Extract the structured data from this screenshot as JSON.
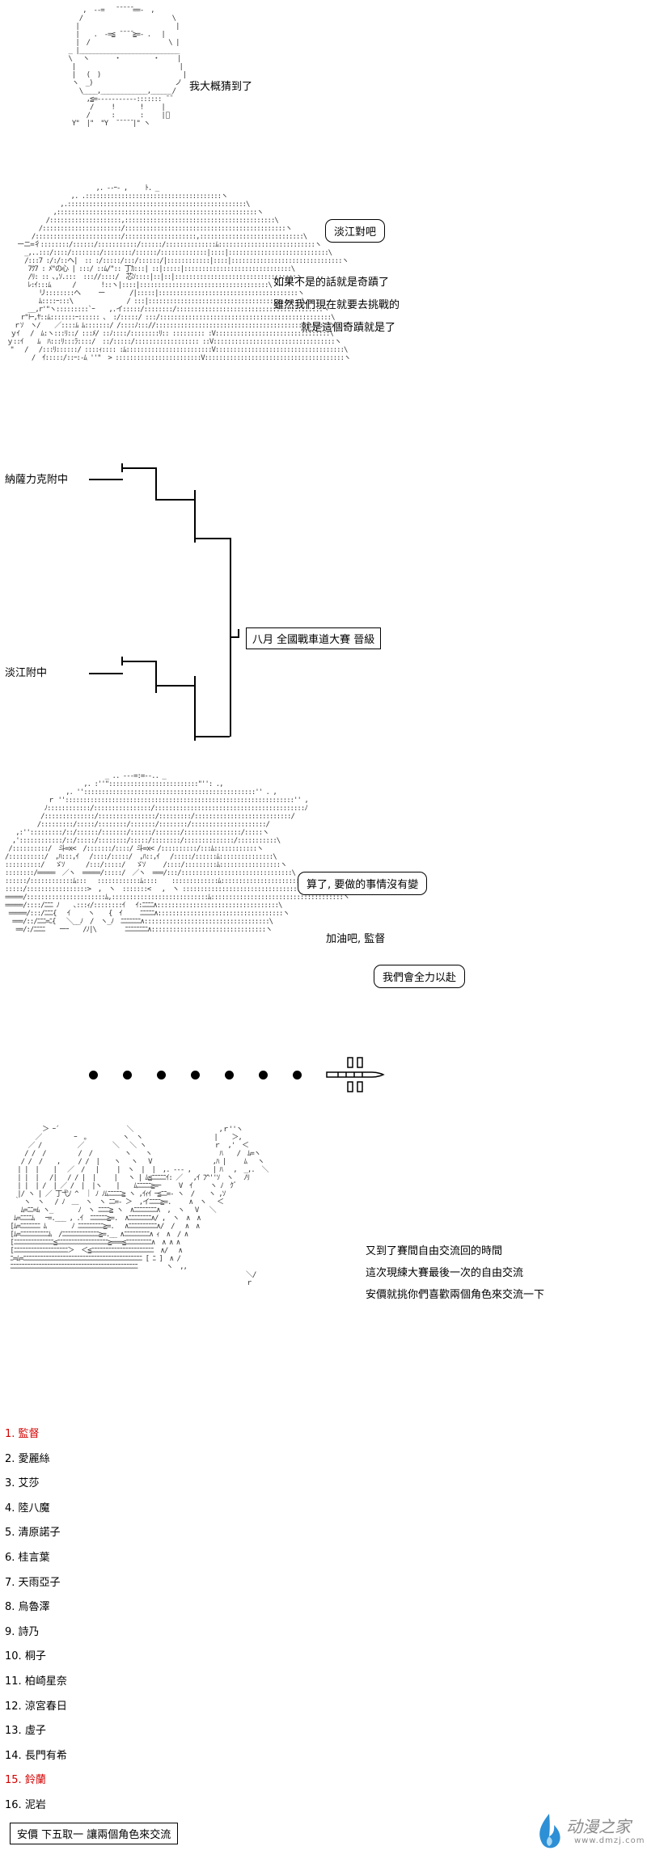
{
  "panel1": {
    "speech": "我大概猜到了"
  },
  "panel2": {
    "bubble": "淡江對吧",
    "lines": [
      "如果不是的話就是奇蹟了",
      "雖然我們現在就要去挑戰的",
      "就是這個奇蹟就是了"
    ]
  },
  "bracket": {
    "team_top": "納薩力克附中",
    "team_bottom": "淡江附中",
    "final": "八月 全國戰車道大賽 晉級"
  },
  "panel3": {
    "bubble1": "算了, 要做的事情沒有變",
    "line": "加油吧, 監督",
    "bubble2": "我們會全力以赴"
  },
  "panel4": {
    "lines": [
      "又到了賽間自由交流回的時間",
      "這次現練大賽最後一次的自由交流",
      "安價就挑你們喜歡兩個角色來交流一下"
    ]
  },
  "choices": [
    {
      "num": "1.",
      "name": "監督",
      "color": "#d40000"
    },
    {
      "num": "2.",
      "name": "愛麗絲"
    },
    {
      "num": "3.",
      "name": "艾莎"
    },
    {
      "num": "4.",
      "name": "陸八魔"
    },
    {
      "num": "5.",
      "name": "清原諾子"
    },
    {
      "num": "6.",
      "name": "桂言葉"
    },
    {
      "num": "7.",
      "name": "天雨亞子"
    },
    {
      "num": "8.",
      "name": "烏魯澤"
    },
    {
      "num": "9.",
      "name": "詩乃"
    },
    {
      "num": "10.",
      "name": "桐子"
    },
    {
      "num": "11.",
      "name": "柏崎星奈"
    },
    {
      "num": "12.",
      "name": "涼宮春日"
    },
    {
      "num": "13.",
      "name": "虛子"
    },
    {
      "num": "14.",
      "name": "長門有希"
    },
    {
      "num": "15.",
      "name": "鈴蘭",
      "color": "#d40000"
    },
    {
      "num": "16.",
      "name": "泥岩"
    }
  ],
  "footer": "安價 下五取一 讓兩個角色來交流",
  "watermark": {
    "name": "动漫之家",
    "url": "www.dmzj.com"
  }
}
